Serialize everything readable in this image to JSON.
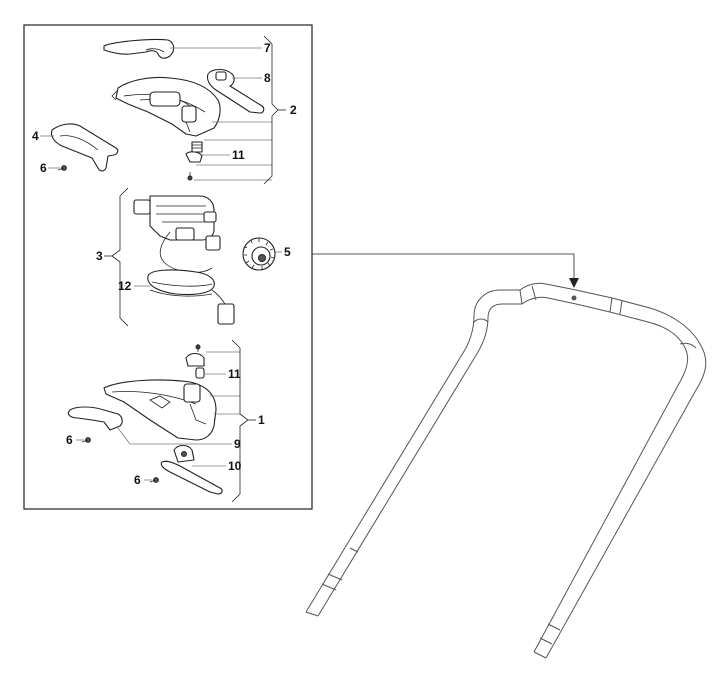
{
  "diagram": {
    "callouts": {
      "c1": "1",
      "c2": "2",
      "c3": "3",
      "c4": "4",
      "c5": "5",
      "c6a": "6",
      "c6b": "6",
      "c6c": "6",
      "c7": "7",
      "c8": "8",
      "c9": "9",
      "c10": "10",
      "c11a": "11",
      "c11b": "11",
      "c12": "12"
    }
  }
}
